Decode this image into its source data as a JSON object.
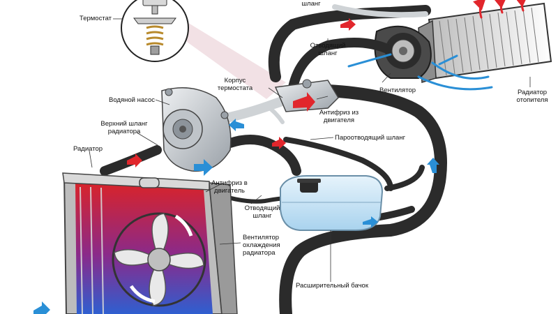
{
  "labels": {
    "thermostat": "Термостат",
    "hose_top": "шланг",
    "outlet_hose_top": "Отводящий\nшланг",
    "heater_fan": "Вентилятор",
    "heater_radiator": "Радиатор\nотопителя",
    "thermostat_housing": "Корпус\nтермостата",
    "water_pump": "Водяной насос",
    "upper_hose": "Верхний шланг\nрадиатора",
    "coolant_from_engine": "Антифриз из\nдвигателя",
    "steam_hose": "Пароотводящий шланг",
    "radiator": "Радиатор",
    "coolant_to_engine": "Антифриз в\nдвигатель",
    "outlet_hose_mid": "Отводящий\nшланг",
    "cooling_fan": "Вентилятор\nохлаждения\nрадиатора",
    "expansion_tank": "Расширительный бачок"
  },
  "colors": {
    "hose": "#2b2b2b",
    "hot_arrow": "#e1262c",
    "cold_arrow": "#2a8fd6",
    "tank": "#bfe0f3",
    "metal": "#c9ced3",
    "radiator_hot": "#d8232a",
    "radiator_cold": "#2f5fd0"
  }
}
